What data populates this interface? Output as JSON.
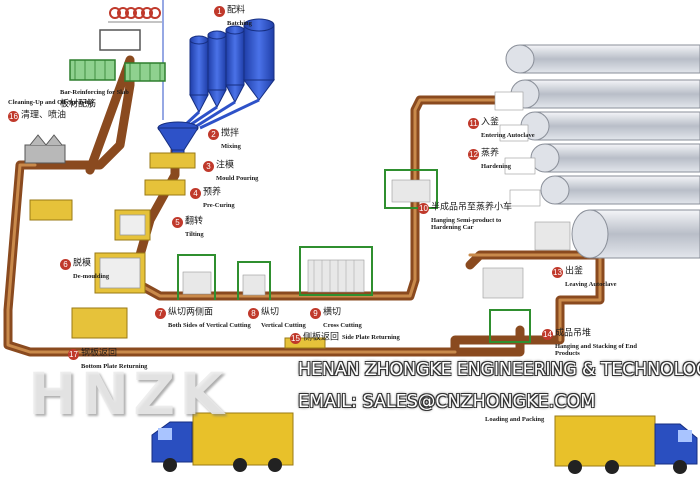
{
  "steps": [
    {
      "num": "1",
      "cn": "配料",
      "en": "Batching"
    },
    {
      "num": "2",
      "cn": "搅拌",
      "en": "Mixing"
    },
    {
      "num": "3",
      "cn": "注模",
      "en": "Mould Pouring"
    },
    {
      "num": "4",
      "cn": "预养",
      "en": "Pre-Curing"
    },
    {
      "num": "5",
      "cn": "翻转",
      "en": "Tilting"
    },
    {
      "num": "6",
      "cn": "脱模",
      "en": "De-moulding"
    },
    {
      "num": "7",
      "cn": "纵切两侧面",
      "en": "Both Sides of Vertical Cutting"
    },
    {
      "num": "8",
      "cn": "纵切",
      "en": "Vertical Cutting"
    },
    {
      "num": "9",
      "cn": "横切",
      "en": "Cross Cutting"
    },
    {
      "num": "10",
      "cn": "半成品吊至蒸养小车",
      "en": "Hanging Semi-product to Hardening Car"
    },
    {
      "num": "11",
      "cn": "入釜",
      "en": "Entering Autoclave"
    },
    {
      "num": "12",
      "cn": "蒸养",
      "en": "Hardening"
    },
    {
      "num": "13",
      "cn": "出釜",
      "en": "Leaving Autoclave"
    },
    {
      "num": "14",
      "cn": "成品吊堆",
      "en": "Hanging and Stacking of End Products"
    },
    {
      "num": "15",
      "cn": "侧板返回",
      "en": "Side Plate Returning"
    },
    {
      "num": "16",
      "cn": "清理、喷油",
      "en": "Cleaning-Up and Oil-Spraying"
    },
    {
      "num": "17",
      "cn": "钢板返回",
      "en": "Bottom Plate Returning"
    }
  ],
  "misc": {
    "bar_reinforcing_en": "Bar-Reinforcing for Slab",
    "bar_reinforcing_cn": "板材配筋",
    "loading_en": "Loading and Packing"
  },
  "brand": {
    "logo": "HNZK",
    "company": "HENAN ZHONGKE ENGINEERING & TECHNOLOGY",
    "email": "EMAIL: SALES@CNZHONGKE.COM"
  },
  "colors": {
    "track": "#8a4a1f",
    "track_inner": "#c98a4b",
    "silo": "#2e52c8",
    "mould": "#e6c23a",
    "machine": "#3a9a3a",
    "autoclave": "#c8ccd4",
    "truck_cab": "#2a4fc0",
    "truck_box": "#e8c12a"
  }
}
